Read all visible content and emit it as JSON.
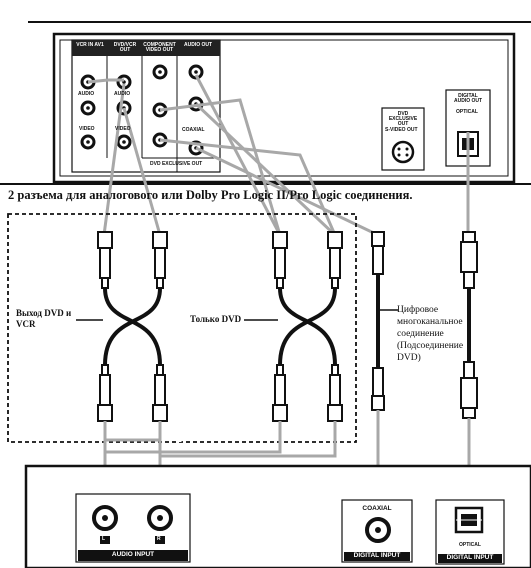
{
  "player_panel": {
    "col_labels": [
      "VCR IN AV1",
      "DVD/VCR OUT",
      "COMPONENT VIDEO OUT",
      "AUDIO OUT"
    ],
    "row_labels": [
      "AUDIO",
      "AUDIO",
      "VIDEO",
      "VIDEO",
      "COAXIAL"
    ],
    "dvd_exclusive_label": "DVD EXCLUSIVE OUT",
    "svideo_title": "DVD EXCLUSIVE OUT",
    "svideo_label": "S-VIDEO OUT",
    "digital_title": "DIGITAL AUDIO OUT",
    "optical_label": "OPTICAL"
  },
  "caption": "2 разъема для аналогового или Dolby Pro Logic II/Pro Logic соединения.",
  "labels": {
    "dvd_vcr_out": "Выход DVD и VCR",
    "dvd_only": "Только DVD",
    "digital_multichannel": "Цифровое многоканальное соединение (Подсоединение DVD)"
  },
  "receiver_panel": {
    "audio_input_label": "AUDIO INPUT",
    "coaxial_label": "COAXIAL",
    "digital_input_label": "DIGITAL INPUT",
    "optical_label": "OPTICAL",
    "digital_input_label_2": "DIGITAL INPUT",
    "jack_left_mark": "L",
    "jack_right_mark": "R"
  }
}
